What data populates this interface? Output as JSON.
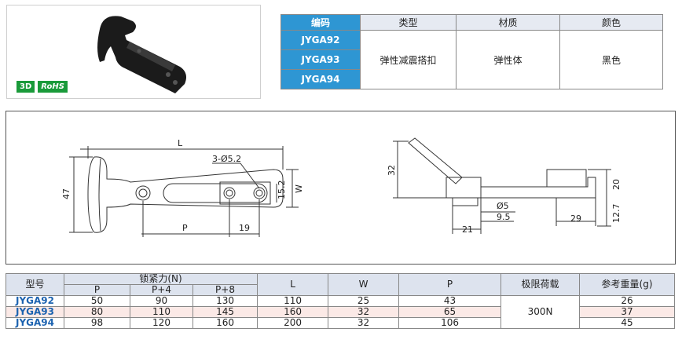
{
  "badges": {
    "three_d": "3D",
    "rohs": "RoHS"
  },
  "spec_table": {
    "headers": [
      "编码",
      "类型",
      "材质",
      "颜色"
    ],
    "codes": [
      "JYGA92",
      "JYGA93",
      "JYGA94"
    ],
    "type": "弹性减震搭扣",
    "material": "弹性体",
    "color": "黑色"
  },
  "drawing": {
    "front_labels": {
      "L": "L",
      "hole": "3-Ø5.2",
      "h47": "47",
      "w152": "15.2",
      "W": "W",
      "P": "P",
      "d19": "19"
    },
    "side_labels": {
      "h32": "32",
      "h20": "20",
      "d5": "Ø5",
      "d95": "9.5",
      "d21": "21",
      "d29": "29",
      "h127": "12.7"
    }
  },
  "dims_table": {
    "model_header": "型号",
    "force_header": "锁紧力(N)",
    "force_sub": [
      "P",
      "P+4",
      "P+8"
    ],
    "L_header": "L",
    "W_header": "W",
    "P_header": "P",
    "load_header": "极限荷载",
    "weight_header": "参考重量(g)",
    "load_value": "300N",
    "rows": [
      {
        "code": "JYGA92",
        "p": "50",
        "p4": "90",
        "p8": "130",
        "L": "110",
        "W": "25",
        "P": "43",
        "weight": "26"
      },
      {
        "code": "JYGA93",
        "p": "80",
        "p4": "110",
        "p8": "145",
        "L": "160",
        "W": "32",
        "P": "65",
        "weight": "37"
      },
      {
        "code": "JYGA94",
        "p": "98",
        "p4": "120",
        "p8": "160",
        "L": "200",
        "W": "32",
        "P": "106",
        "weight": "45"
      }
    ]
  }
}
